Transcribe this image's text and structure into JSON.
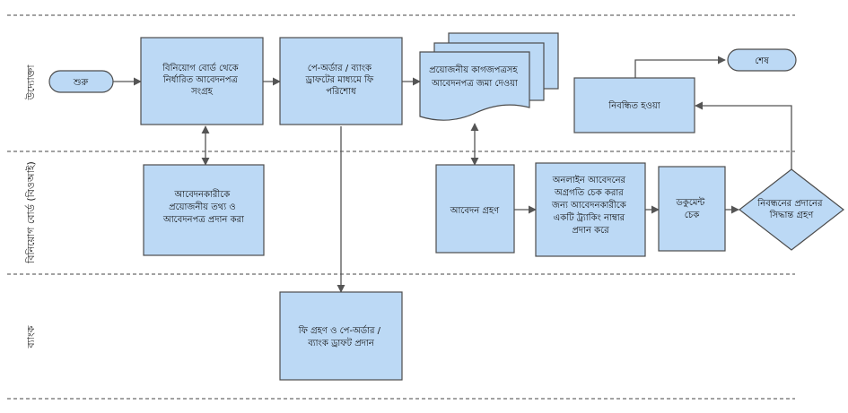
{
  "colors": {
    "box_fill": "#bcd9f5",
    "box_stroke": "#4d4d4d",
    "arrow": "#555555",
    "lane_line": "#6a6a6a"
  },
  "lanes": [
    {
      "id": "lane-entrepreneur",
      "label": "উদ্যোক্তা"
    },
    {
      "id": "lane-board",
      "label": "বিনিয়োগ বোর্ড (বিওআই)"
    },
    {
      "id": "lane-bank",
      "label": "ব্যাংক"
    }
  ],
  "nodes": {
    "start": {
      "label": "শুরু"
    },
    "collect": {
      "lines": [
        "বিনিয়োগ বোর্ড থেকে",
        "নির্ধারিত আবেদনপত্র",
        "সংগ্রহ"
      ]
    },
    "pay": {
      "lines": [
        "পে-অর্ডার / ব্যাংক",
        "ড্রাফটের মাধ্যমে ফি",
        "পরিশোধ"
      ]
    },
    "submit": {
      "lines": [
        "প্রয়োজনীয় কাগজপত্রসহ",
        "আবেদনপত্র জমা দেওয়া"
      ]
    },
    "end": {
      "label": "শেষ"
    },
    "registered": {
      "label": "নিবন্ধিত হওয়া"
    },
    "provide": {
      "lines": [
        "আবেদনকারীকে",
        "প্রয়োজনীয় তথ্য ও",
        "আবেদনপত্র  প্রদান করা"
      ]
    },
    "receive": {
      "label": "আবেদন গ্রহণ"
    },
    "tracking": {
      "lines": [
        "অনলাইন আবেদনের",
        "অগ্রগতি চেক করার",
        "জন্য আবেদনকারীকে",
        "একটি ট্র্যাকিং নাম্বার",
        "প্রদান করে"
      ]
    },
    "docs": {
      "lines": [
        "ডকুমেন্ট",
        "চেক"
      ]
    },
    "decision": {
      "lines": [
        "নিবন্ধনের প্রদানের",
        "সিদ্ধান্ত গ্রহণ"
      ]
    },
    "fee": {
      "lines": [
        "ফি গ্রহণ ও পে-অর্ডার /",
        "ব্যাংক ড্রাফট প্রদান"
      ]
    }
  }
}
